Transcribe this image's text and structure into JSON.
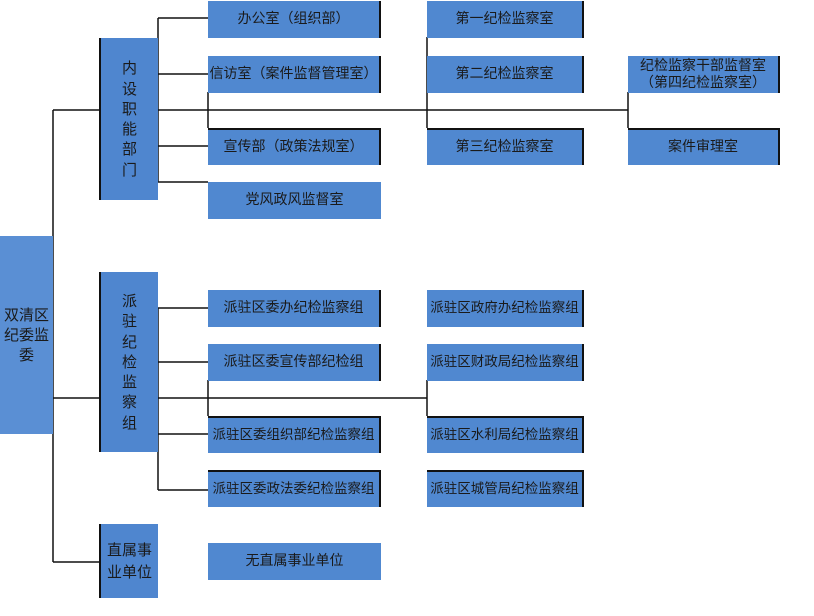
{
  "root": {
    "label": "双清区纪委监委"
  },
  "groups": {
    "internal": {
      "label": "内设职能部门"
    },
    "dispatched": {
      "label": "派驻纪检监察组"
    },
    "affiliated": {
      "label": "直属事业单位"
    }
  },
  "internal_depts": [
    "办公室（组织部）",
    "信访室（案件监督管理室）",
    "宣传部（政策法规室）",
    "党风政风监督室"
  ],
  "inspection_rooms": [
    "第一纪检监察室",
    "第二纪检监察室",
    "第三纪检监察室"
  ],
  "far_right": [
    "纪检监察干部监督室（第四纪检监察室）",
    "案件审理室"
  ],
  "dispatched_col1": [
    "派驻区委办纪检监察组",
    "派驻区委宣传部纪检组",
    "派驻区委组织部纪检监察组",
    "派驻区委政法委纪检监察组"
  ],
  "dispatched_col2": [
    "派驻区政府办纪检监察组",
    "派驻区财政局纪检监察组",
    "派驻区水利局纪检监察组",
    "派驻区城管局纪检监察组"
  ],
  "affiliated_units": [
    "无直属事业单位"
  ]
}
